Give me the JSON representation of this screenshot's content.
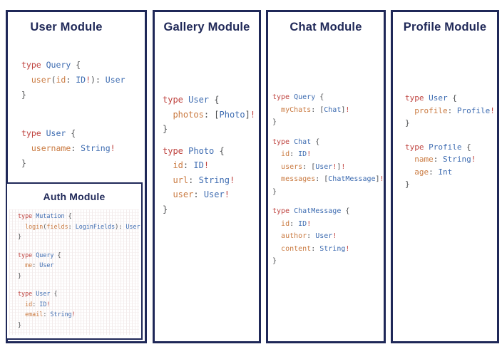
{
  "colors": {
    "navy": "#1f2858",
    "keyword": "#bf4440",
    "type_name": "#3e6cb1",
    "field": "#ca7b42",
    "punct": "#4e5052",
    "bang": "#bf4440",
    "card_bg": "#ffffff",
    "page_bg": "#ffffff",
    "auth_grid": "#f3ecec",
    "auth_grid_h": "#f8f4f4"
  },
  "modules": [
    {
      "id": "user",
      "title": "User Module",
      "blocks": [
        [
          [
            {
              "t": "k",
              "v": "type "
            },
            {
              "t": "t",
              "v": "Query "
            },
            {
              "t": "p",
              "v": "{"
            }
          ],
          [
            {
              "t": "p",
              "v": "  "
            },
            {
              "t": "f",
              "v": "user"
            },
            {
              "t": "p",
              "v": "("
            },
            {
              "t": "f",
              "v": "id"
            },
            {
              "t": "p",
              "v": ": "
            },
            {
              "t": "t",
              "v": "ID"
            },
            {
              "t": "b",
              "v": "!"
            },
            {
              "t": "p",
              "v": "): "
            },
            {
              "t": "t",
              "v": "User"
            }
          ],
          [
            {
              "t": "p",
              "v": "}"
            }
          ]
        ],
        [
          [
            {
              "t": "k",
              "v": "type "
            },
            {
              "t": "t",
              "v": "User "
            },
            {
              "t": "p",
              "v": "{"
            }
          ],
          [
            {
              "t": "p",
              "v": "  "
            },
            {
              "t": "f",
              "v": "username"
            },
            {
              "t": "p",
              "v": ": "
            },
            {
              "t": "t",
              "v": "String"
            },
            {
              "t": "b",
              "v": "!"
            }
          ],
          [
            {
              "t": "p",
              "v": "}"
            }
          ]
        ]
      ]
    },
    {
      "id": "auth",
      "title": "Auth Module",
      "blocks": [
        [
          [
            {
              "t": "k",
              "v": "type "
            },
            {
              "t": "t",
              "v": "Mutation "
            },
            {
              "t": "p",
              "v": "{"
            }
          ],
          [
            {
              "t": "p",
              "v": "  "
            },
            {
              "t": "f",
              "v": "login"
            },
            {
              "t": "p",
              "v": "("
            },
            {
              "t": "f",
              "v": "fields"
            },
            {
              "t": "p",
              "v": ": "
            },
            {
              "t": "t",
              "v": "LoginFields"
            },
            {
              "t": "p",
              "v": "): "
            },
            {
              "t": "t",
              "v": "User"
            }
          ],
          [
            {
              "t": "p",
              "v": "}"
            }
          ]
        ],
        [
          [
            {
              "t": "k",
              "v": "type "
            },
            {
              "t": "t",
              "v": "Query "
            },
            {
              "t": "p",
              "v": "{"
            }
          ],
          [
            {
              "t": "p",
              "v": "  "
            },
            {
              "t": "f",
              "v": "me"
            },
            {
              "t": "p",
              "v": ": "
            },
            {
              "t": "t",
              "v": "User"
            }
          ],
          [
            {
              "t": "p",
              "v": "}"
            }
          ]
        ],
        [
          [
            {
              "t": "k",
              "v": "type "
            },
            {
              "t": "t",
              "v": "User "
            },
            {
              "t": "p",
              "v": "{"
            }
          ],
          [
            {
              "t": "p",
              "v": "  "
            },
            {
              "t": "f",
              "v": "id"
            },
            {
              "t": "p",
              "v": ": "
            },
            {
              "t": "t",
              "v": "ID"
            },
            {
              "t": "b",
              "v": "!"
            }
          ],
          [
            {
              "t": "p",
              "v": "  "
            },
            {
              "t": "f",
              "v": "email"
            },
            {
              "t": "p",
              "v": ": "
            },
            {
              "t": "t",
              "v": "String"
            },
            {
              "t": "b",
              "v": "!"
            }
          ],
          [
            {
              "t": "p",
              "v": "}"
            }
          ]
        ]
      ]
    },
    {
      "id": "gallery",
      "title": "Gallery Module",
      "blocks": [
        [
          [
            {
              "t": "k",
              "v": "type "
            },
            {
              "t": "t",
              "v": "User "
            },
            {
              "t": "p",
              "v": "{"
            }
          ],
          [
            {
              "t": "p",
              "v": "  "
            },
            {
              "t": "f",
              "v": "photos"
            },
            {
              "t": "p",
              "v": ": ["
            },
            {
              "t": "t",
              "v": "Photo"
            },
            {
              "t": "p",
              "v": "]"
            },
            {
              "t": "b",
              "v": "!"
            }
          ],
          [
            {
              "t": "p",
              "v": "}"
            }
          ]
        ],
        [
          [
            {
              "t": "k",
              "v": "type "
            },
            {
              "t": "t",
              "v": "Photo "
            },
            {
              "t": "p",
              "v": "{"
            }
          ],
          [
            {
              "t": "p",
              "v": "  "
            },
            {
              "t": "f",
              "v": "id"
            },
            {
              "t": "p",
              "v": ": "
            },
            {
              "t": "t",
              "v": "ID"
            },
            {
              "t": "b",
              "v": "!"
            }
          ],
          [
            {
              "t": "p",
              "v": "  "
            },
            {
              "t": "f",
              "v": "url"
            },
            {
              "t": "p",
              "v": ": "
            },
            {
              "t": "t",
              "v": "String"
            },
            {
              "t": "b",
              "v": "!"
            }
          ],
          [
            {
              "t": "p",
              "v": "  "
            },
            {
              "t": "f",
              "v": "user"
            },
            {
              "t": "p",
              "v": ": "
            },
            {
              "t": "t",
              "v": "User"
            },
            {
              "t": "b",
              "v": "!"
            }
          ],
          [
            {
              "t": "p",
              "v": "}"
            }
          ]
        ]
      ]
    },
    {
      "id": "chat",
      "title": "Chat Module",
      "blocks": [
        [
          [
            {
              "t": "k",
              "v": "type "
            },
            {
              "t": "t",
              "v": "Query "
            },
            {
              "t": "p",
              "v": "{"
            }
          ],
          [
            {
              "t": "p",
              "v": "  "
            },
            {
              "t": "f",
              "v": "myChats"
            },
            {
              "t": "p",
              "v": ": ["
            },
            {
              "t": "t",
              "v": "Chat"
            },
            {
              "t": "p",
              "v": "]"
            },
            {
              "t": "b",
              "v": "!"
            }
          ],
          [
            {
              "t": "p",
              "v": "}"
            }
          ]
        ],
        [
          [
            {
              "t": "k",
              "v": "type "
            },
            {
              "t": "t",
              "v": "Chat "
            },
            {
              "t": "p",
              "v": "{"
            }
          ],
          [
            {
              "t": "p",
              "v": "  "
            },
            {
              "t": "f",
              "v": "id"
            },
            {
              "t": "p",
              "v": ": "
            },
            {
              "t": "t",
              "v": "ID"
            },
            {
              "t": "b",
              "v": "!"
            }
          ],
          [
            {
              "t": "p",
              "v": "  "
            },
            {
              "t": "f",
              "v": "users"
            },
            {
              "t": "p",
              "v": ": ["
            },
            {
              "t": "t",
              "v": "User"
            },
            {
              "t": "b",
              "v": "!"
            },
            {
              "t": "p",
              "v": "]"
            },
            {
              "t": "b",
              "v": "!"
            }
          ],
          [
            {
              "t": "p",
              "v": "  "
            },
            {
              "t": "f",
              "v": "messages"
            },
            {
              "t": "p",
              "v": ": ["
            },
            {
              "t": "t",
              "v": "ChatMessage"
            },
            {
              "t": "p",
              "v": "]"
            },
            {
              "t": "b",
              "v": "!"
            }
          ],
          [
            {
              "t": "p",
              "v": "}"
            }
          ]
        ],
        [
          [
            {
              "t": "k",
              "v": "type "
            },
            {
              "t": "t",
              "v": "ChatMessage "
            },
            {
              "t": "p",
              "v": "{"
            }
          ],
          [
            {
              "t": "p",
              "v": "  "
            },
            {
              "t": "f",
              "v": "id"
            },
            {
              "t": "p",
              "v": ": "
            },
            {
              "t": "t",
              "v": "ID"
            },
            {
              "t": "b",
              "v": "!"
            }
          ],
          [
            {
              "t": "p",
              "v": "  "
            },
            {
              "t": "f",
              "v": "author"
            },
            {
              "t": "p",
              "v": ": "
            },
            {
              "t": "t",
              "v": "User"
            },
            {
              "t": "b",
              "v": "!"
            }
          ],
          [
            {
              "t": "p",
              "v": "  "
            },
            {
              "t": "f",
              "v": "content"
            },
            {
              "t": "p",
              "v": ": "
            },
            {
              "t": "t",
              "v": "String"
            },
            {
              "t": "b",
              "v": "!"
            }
          ],
          [
            {
              "t": "p",
              "v": "}"
            }
          ]
        ]
      ]
    },
    {
      "id": "profile",
      "title": "Profile Module",
      "blocks": [
        [
          [
            {
              "t": "k",
              "v": "type "
            },
            {
              "t": "t",
              "v": "User "
            },
            {
              "t": "p",
              "v": "{"
            }
          ],
          [
            {
              "t": "p",
              "v": "  "
            },
            {
              "t": "f",
              "v": "profile"
            },
            {
              "t": "p",
              "v": ": "
            },
            {
              "t": "t",
              "v": "Profile"
            },
            {
              "t": "b",
              "v": "!"
            }
          ],
          [
            {
              "t": "p",
              "v": "}"
            }
          ]
        ],
        [
          [
            {
              "t": "k",
              "v": "type "
            },
            {
              "t": "t",
              "v": "Profile "
            },
            {
              "t": "p",
              "v": "{"
            }
          ],
          [
            {
              "t": "p",
              "v": "  "
            },
            {
              "t": "f",
              "v": "name"
            },
            {
              "t": "p",
              "v": ": "
            },
            {
              "t": "t",
              "v": "String"
            },
            {
              "t": "b",
              "v": "!"
            }
          ],
          [
            {
              "t": "p",
              "v": "  "
            },
            {
              "t": "f",
              "v": "age"
            },
            {
              "t": "p",
              "v": ": "
            },
            {
              "t": "t",
              "v": "Int"
            }
          ],
          [
            {
              "t": "p",
              "v": "}"
            }
          ]
        ]
      ]
    }
  ]
}
